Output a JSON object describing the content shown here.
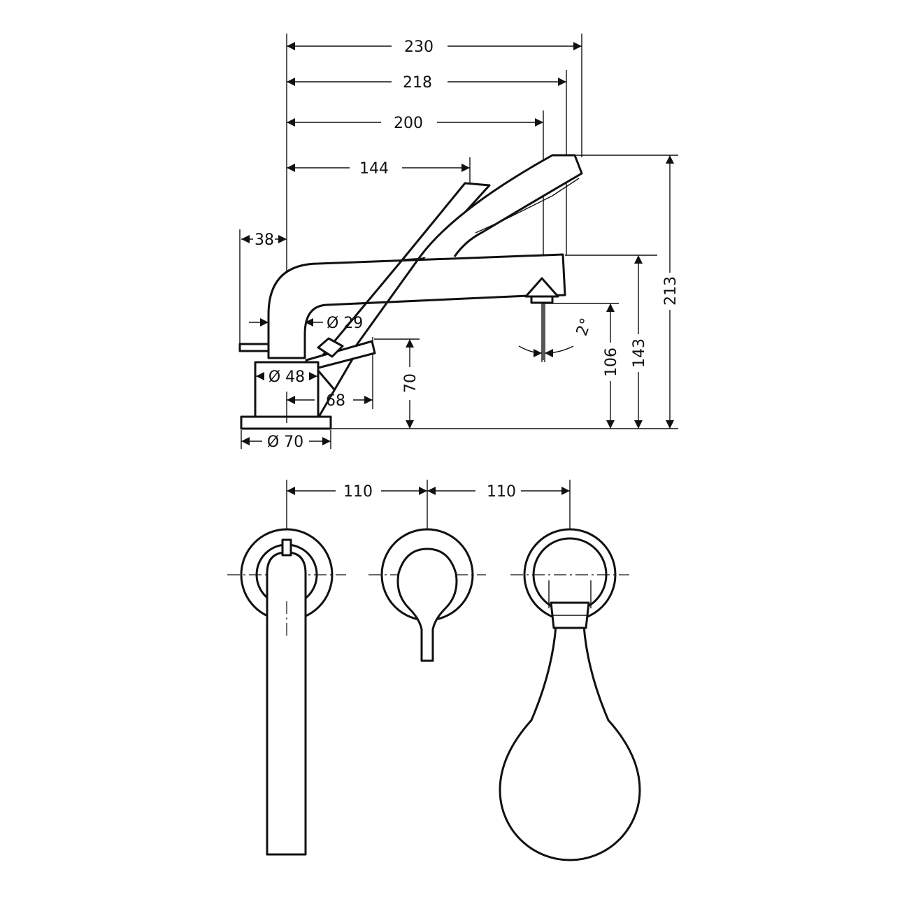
{
  "side_view": {
    "dims": {
      "w230": "230",
      "w218": "218",
      "w200": "200",
      "w144": "144",
      "d38": "38",
      "dia29": "Ø 29",
      "dia48": "Ø 48",
      "d68": "68",
      "h70": "70",
      "dia70": "Ø 70",
      "h106": "106",
      "h143": "143",
      "h213": "213",
      "angle": "2°"
    }
  },
  "top_view": {
    "dims": {
      "left_spacing": "110",
      "right_spacing": "110"
    }
  },
  "colors": {
    "line": "#111111",
    "background": "#ffffff"
  }
}
